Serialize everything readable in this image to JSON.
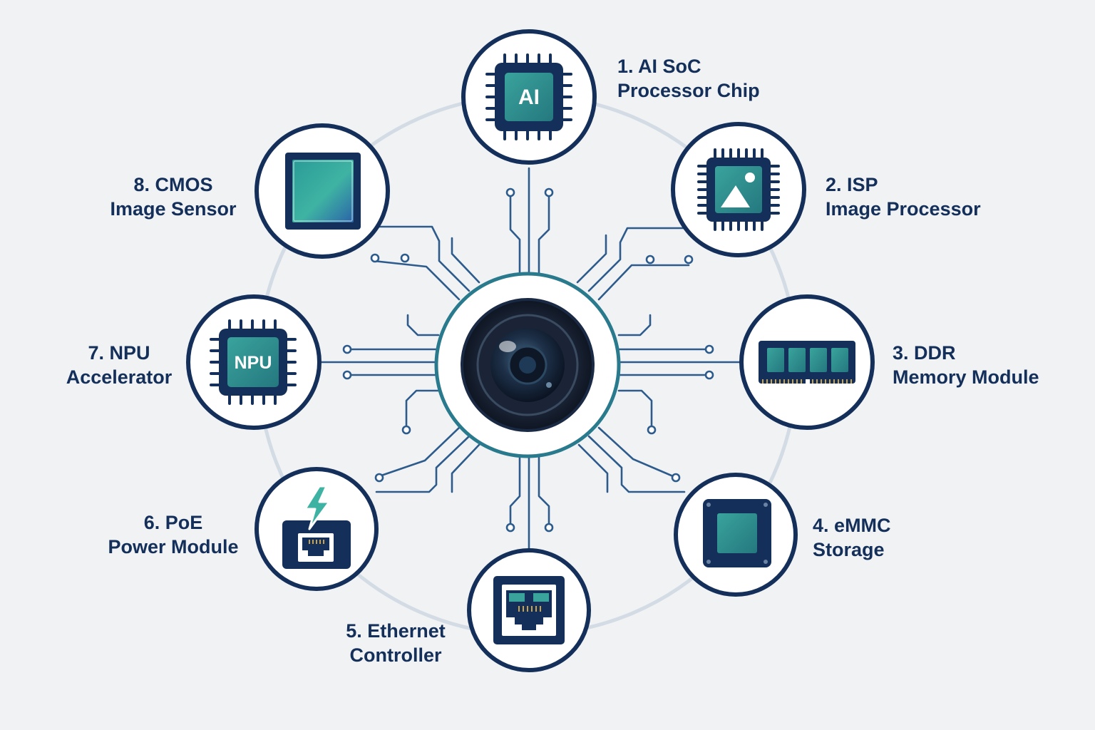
{
  "diagram": {
    "center": {
      "name": "camera-lens"
    },
    "components": [
      {
        "number": "1.",
        "line1": "AI SoC",
        "line2": "Processor Chip",
        "icon": "ai-chip-icon",
        "chip_text": "AI"
      },
      {
        "number": "2.",
        "line1": "ISP",
        "line2": "Image Processor",
        "icon": "image-processor-icon"
      },
      {
        "number": "3.",
        "line1": "DDR",
        "line2": "Memory Module",
        "icon": "memory-module-icon"
      },
      {
        "number": "4.",
        "line1": "eMMC",
        "line2": "Storage",
        "icon": "storage-chip-icon"
      },
      {
        "number": "5.",
        "line1": "Ethernet",
        "line2": "Controller",
        "icon": "ethernet-port-icon"
      },
      {
        "number": "6.",
        "line1": "PoE",
        "line2": "Power Module",
        "icon": "poe-power-icon"
      },
      {
        "number": "7.",
        "line1": "NPU",
        "line2": "Accelerator",
        "icon": "npu-chip-icon",
        "chip_text": "NPU"
      },
      {
        "number": "8.",
        "line1": "CMOS",
        "line2": "Image Sensor",
        "icon": "cmos-sensor-icon"
      }
    ]
  },
  "colors": {
    "background": "#f1f2f3",
    "navy": "#14305a",
    "teal": "#2b8d8e",
    "teal_light": "#45b3a6",
    "ring": "#d3dbe4",
    "trace": "#2c5b8c",
    "node_fill": "#ffffff"
  }
}
